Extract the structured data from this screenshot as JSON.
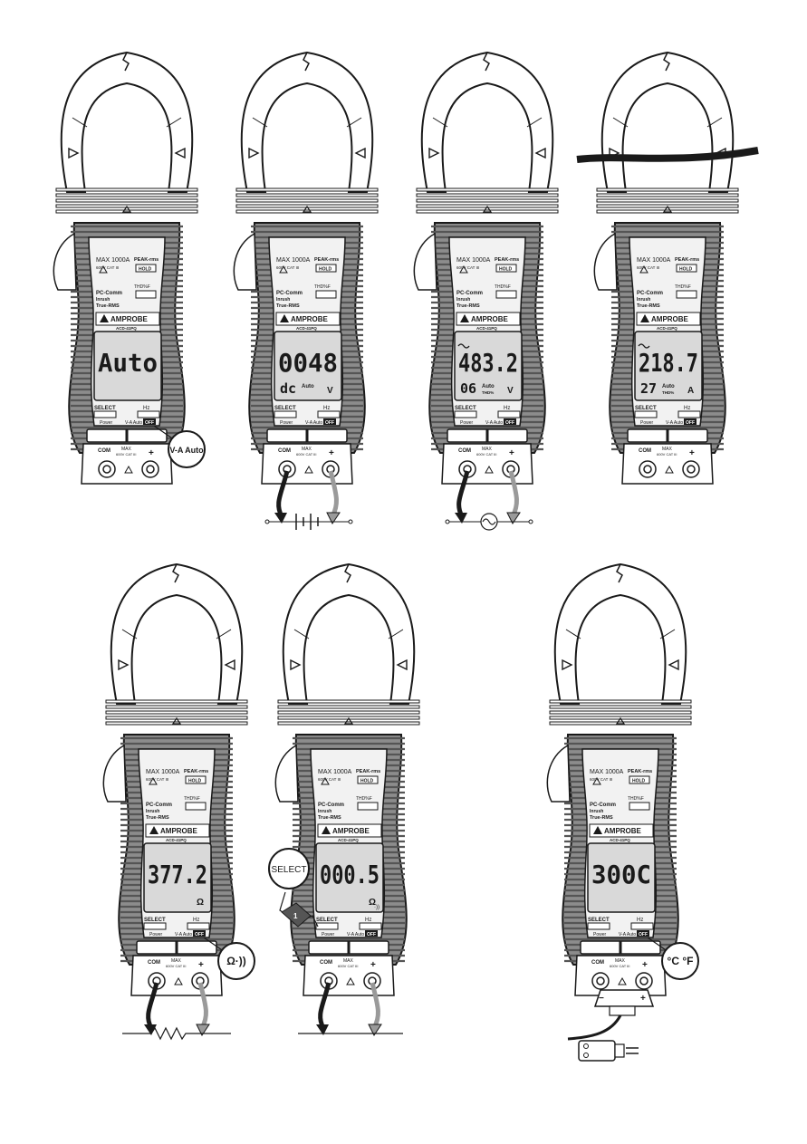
{
  "panels": [
    {
      "id": "autostart",
      "panel_labels": {
        "max_rating": "MAX 1000A",
        "cat": "600V CAT III",
        "peak": "PEAK-rms",
        "hold": "HOLD",
        "thd": "THD%F",
        "pc": "PC-Comm",
        "inrush": "Inrush",
        "trms": "True-RMS",
        "brand": "AMPROBE",
        "model": "ACD-41PQ",
        "select": "SELECT",
        "hz": "Hz",
        "power": "Power",
        "va_auto": "V-A Auto",
        "off": "OFF",
        "com": "COM",
        "max_jack": "MAX",
        "jack_cat": "600V CAT III",
        "plus": "+"
      },
      "display": {
        "main": "Auto",
        "sub": "",
        "unit": "",
        "ac": false,
        "thd": ""
      },
      "callout": "V-A Auto",
      "leads": "none",
      "wire": false
    },
    {
      "id": "dc-volts",
      "panel_labels": {
        "max_rating": "MAX 1000A",
        "cat": "600V CAT III",
        "peak": "PEAK-rms",
        "hold": "HOLD",
        "thd": "THD%F",
        "pc": "PC-Comm",
        "inrush": "Inrush",
        "trms": "True-RMS",
        "brand": "AMPROBE",
        "model": "ACD-41PQ",
        "select": "SELECT",
        "hz": "Hz",
        "power": "Power",
        "va_auto": "V-A Auto",
        "off": "OFF",
        "com": "COM",
        "max_jack": "MAX",
        "jack_cat": "600V CAT III",
        "plus": "+"
      },
      "display": {
        "main": "0048",
        "sub": "dc",
        "unit": "V",
        "ac": false,
        "thd": "",
        "auto": "Auto"
      },
      "callout": "",
      "leads": "battery",
      "wire": false
    },
    {
      "id": "ac-volts",
      "panel_labels": {
        "max_rating": "MAX 1000A",
        "cat": "600V CAT III",
        "peak": "PEAK-rms",
        "hold": "HOLD",
        "thd": "THD%F",
        "pc": "PC-Comm",
        "inrush": "Inrush",
        "trms": "True-RMS",
        "brand": "AMPROBE",
        "model": "ACD-41PQ",
        "select": "SELECT",
        "hz": "Hz",
        "power": "Power",
        "va_auto": "V-A Auto",
        "off": "OFF",
        "com": "COM",
        "max_jack": "MAX",
        "jack_cat": "600V CAT III",
        "plus": "+"
      },
      "display": {
        "main": "483.2",
        "sub": "06",
        "unit": "V",
        "ac": true,
        "thd": "THD%",
        "auto": "Auto"
      },
      "callout": "",
      "leads": "ac-source",
      "wire": false
    },
    {
      "id": "ac-amps",
      "panel_labels": {
        "max_rating": "MAX 1000A",
        "cat": "600V CAT III",
        "peak": "PEAK-rms",
        "hold": "HOLD",
        "thd": "THD%F",
        "pc": "PC-Comm",
        "inrush": "Inrush",
        "trms": "True-RMS",
        "brand": "AMPROBE",
        "model": "ACD-41PQ",
        "select": "SELECT",
        "hz": "Hz",
        "power": "Power",
        "va_auto": "V-A Auto",
        "off": "OFF",
        "com": "COM",
        "max_jack": "MAX",
        "jack_cat": "600V CAT III",
        "plus": "+"
      },
      "display": {
        "main": "218.7",
        "sub": "27",
        "unit": "A",
        "ac": true,
        "thd": "THD%",
        "auto": "Auto"
      },
      "callout": "",
      "leads": "none",
      "wire": true
    },
    {
      "id": "ohms",
      "panel_labels": {
        "max_rating": "MAX 1000A",
        "cat": "600V CAT III",
        "peak": "PEAK-rms",
        "hold": "HOLD",
        "thd": "THD%F",
        "pc": "PC-Comm",
        "inrush": "Inrush",
        "trms": "True-RMS",
        "brand": "AMPROBE",
        "model": "ACD-41PQ",
        "select": "SELECT",
        "hz": "Hz",
        "power": "Power",
        "va_auto": "V-A Auto",
        "off": "OFF",
        "com": "COM",
        "max_jack": "MAX",
        "jack_cat": "600V CAT III",
        "plus": "+"
      },
      "display": {
        "main": "377.2",
        "sub": "",
        "unit": "Ω",
        "ac": false,
        "thd": ""
      },
      "callout": "Ω·))",
      "leads": "resistor",
      "wire": false
    },
    {
      "id": "continuity",
      "panel_labels": {
        "max_rating": "MAX 1000A",
        "cat": "600V CAT III",
        "peak": "PEAK-rms",
        "hold": "HOLD",
        "thd": "THD%F",
        "pc": "PC-Comm",
        "inrush": "Inrush",
        "trms": "True-RMS",
        "brand": "AMPROBE",
        "model": "ACD-41PQ",
        "select": "SELECT",
        "hz": "Hz",
        "power": "Power",
        "va_auto": "V-A Auto",
        "off": "OFF",
        "com": "COM",
        "max_jack": "MAX",
        "jack_cat": "600V CAT III",
        "plus": "+"
      },
      "display": {
        "main": "000.5",
        "sub": "",
        "unit": "Ω",
        "ac": false,
        "thd": "",
        "beep": "·))"
      },
      "callout": "",
      "select_callout": {
        "label": "SELECT",
        "step": "1"
      },
      "leads": "short",
      "wire": false
    },
    {
      "id": "temperature",
      "panel_labels": {
        "max_rating": "MAX 1000A",
        "cat": "600V CAT III",
        "peak": "PEAK-rms",
        "hold": "HOLD",
        "thd": "THD%F",
        "pc": "PC-Comm",
        "inrush": "Inrush",
        "trms": "True-RMS",
        "brand": "AMPROBE",
        "model": "ACD-41PQ",
        "select": "SELECT",
        "hz": "Hz",
        "power": "Power",
        "va_auto": "V-A Auto",
        "off": "OFF",
        "com": "COM",
        "max_jack": "MAX",
        "jack_cat": "600V CAT III",
        "plus": "+"
      },
      "display": {
        "main": "300C",
        "sub": "",
        "unit": "",
        "ac": false,
        "thd": ""
      },
      "callout": "°C °F",
      "leads": "thermocouple",
      "wire": false,
      "adapter": {
        "minus": "−",
        "plus": "+"
      }
    }
  ],
  "colors": {
    "ink": "#1a1a1a",
    "body": "#8c8c8c",
    "grip": "#555555",
    "lcd": "#d9d9d9",
    "lead_red": "#9a9a9a"
  }
}
